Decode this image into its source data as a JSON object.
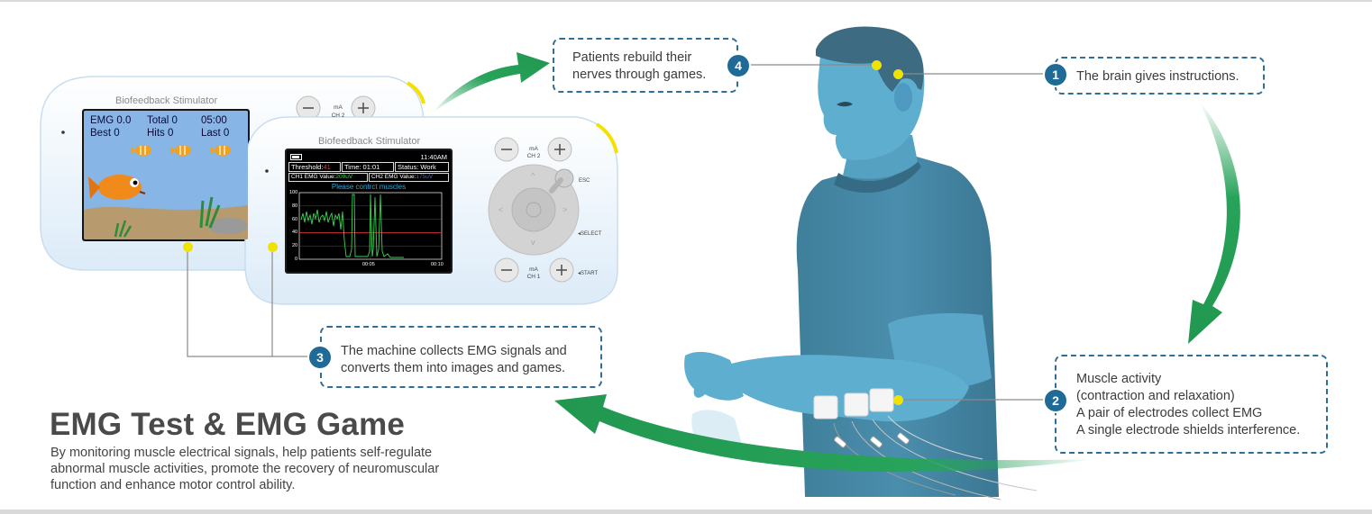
{
  "title": "EMG Test & EMG Game",
  "description": [
    "By monitoring muscle electrical signals, help patients self-regulate",
    "abnormal muscle activities, promote the recovery of neuromuscular",
    "function and enhance motor control ability."
  ],
  "steps": [
    {
      "number": "1",
      "lines": [
        "The brain gives instructions."
      ]
    },
    {
      "number": "2",
      "lines": [
        "Muscle activity",
        "(contraction and relaxation)",
        "A pair of electrodes collect EMG",
        "A single electrode shields interference."
      ]
    },
    {
      "number": "3",
      "lines": [
        "The machine collects EMG signals and",
        "converts them into images and games."
      ]
    },
    {
      "number": "4",
      "lines": [
        "Patients rebuild their",
        "nerves through games."
      ]
    }
  ],
  "device_back": {
    "label": "Biofeedback Stimulator",
    "unit": "mA",
    "channel": "CH 2",
    "stats": {
      "emg": "EMG 0.0",
      "total": "Total  0",
      "time": "05:00",
      "best": "Best  0",
      "hits": "Hits  0",
      "last": "Last  0"
    }
  },
  "device_front": {
    "label": "Biofeedback Stimulator",
    "ch2_unit": "mA",
    "ch2": "CH 2",
    "ch1_unit": "mA",
    "ch1": "CH 1",
    "esc": "ESC",
    "select": "SELECT",
    "start": "START",
    "clock": "11:40AM",
    "threshold_label": "Threshold:",
    "threshold_value": "41",
    "time": "Time: 01:01",
    "status": "Status: Work",
    "ch1_emg_label": "CH1 EMG Value:",
    "ch1_emg_value": "209uV",
    "ch2_emg_label": "CH2 EMG Value:",
    "ch2_emg_value": "175uV",
    "message": "Please contrct muscles",
    "y_ticks": [
      "100",
      "80",
      "60",
      "40",
      "20",
      "0"
    ],
    "x_ticks": [
      "00:05",
      "00:10"
    ]
  },
  "colors": {
    "accent": "#1f6a96",
    "arrow": "#27a35a",
    "marker": "#f2e200",
    "skin": "#5eaecf"
  }
}
